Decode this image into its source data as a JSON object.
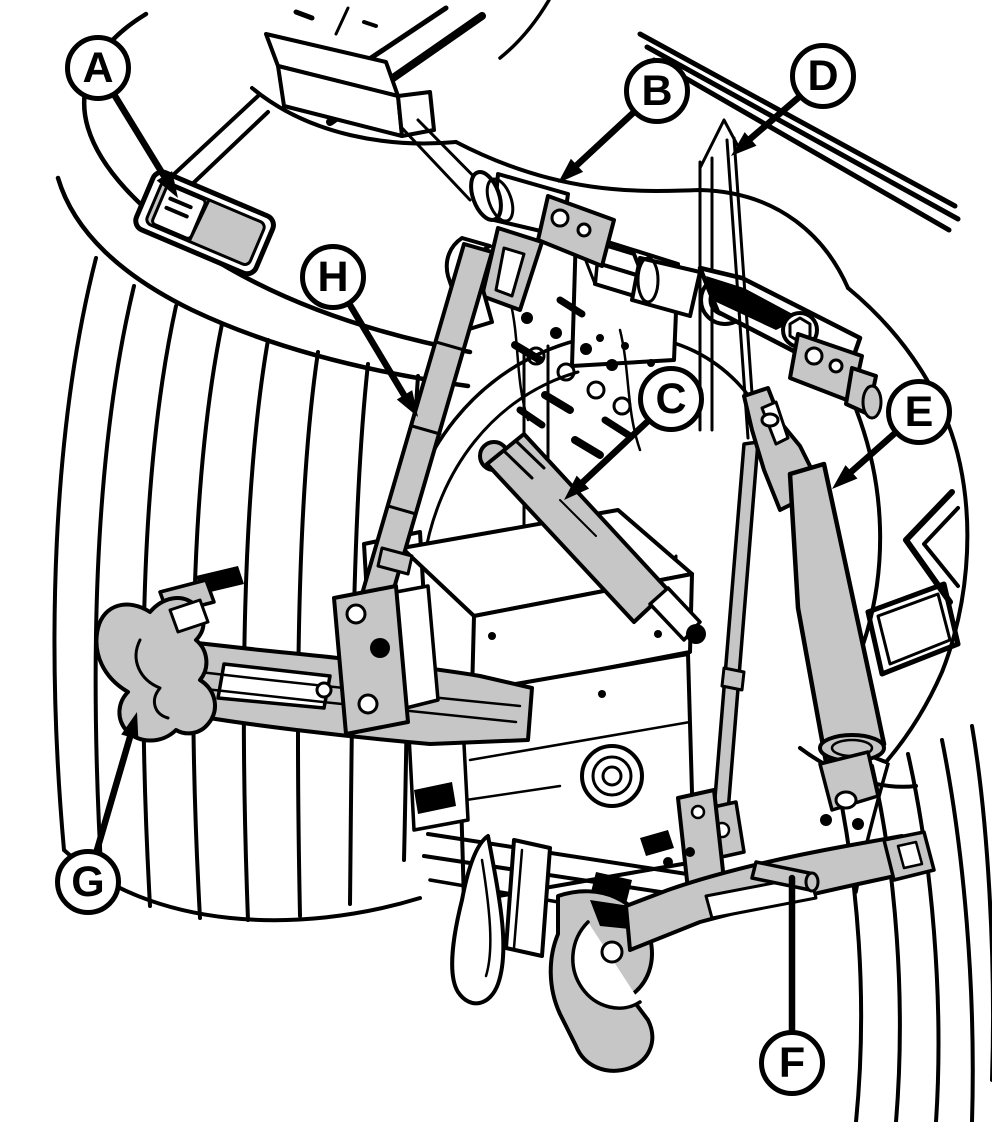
{
  "diagram": {
    "alt": "rear-three-point-hitch-line-illustration",
    "callouts": [
      {
        "letter": "A"
      },
      {
        "letter": "B"
      },
      {
        "letter": "C"
      },
      {
        "letter": "D"
      },
      {
        "letter": "E"
      },
      {
        "letter": "F"
      },
      {
        "letter": "G"
      },
      {
        "letter": "H"
      }
    ],
    "colors": {
      "line": "#000000",
      "shade": "#c6c6c6",
      "background": "#ffffff"
    }
  }
}
